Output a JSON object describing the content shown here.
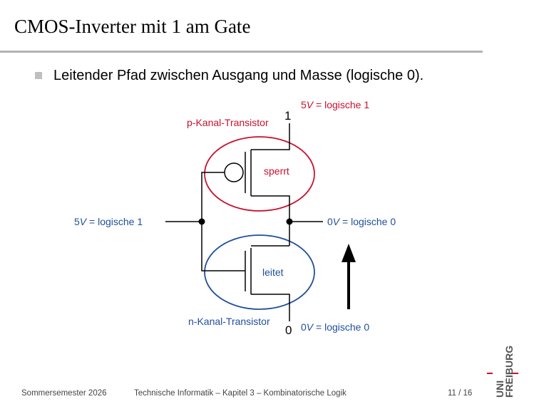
{
  "slide": {
    "title": "CMOS-Inverter mit 1 am Gate",
    "bullet": "Leitender Pfad zwischen Ausgang und Masse (logische 0)."
  },
  "circuit": {
    "top_rail": {
      "node": "1",
      "volt_num": "5",
      "unit": "V",
      "suffix": " = logische 1"
    },
    "input": {
      "volt_num": "5",
      "unit": "V",
      "suffix": " = logische 1"
    },
    "output": {
      "volt_num": "0",
      "unit": "V",
      "suffix": " = logische 0"
    },
    "bottom_rail": {
      "node": "0",
      "volt_num": "0",
      "unit": "V",
      "suffix": " = logische 0"
    },
    "p_transistor": {
      "label": "p-Kanal-Transistor",
      "state": "sperrt"
    },
    "n_transistor": {
      "label": "n-Kanal-Transistor",
      "state": "leitet"
    },
    "colors": {
      "p_channel": "#c8102e",
      "n_channel": "#1f4e9c",
      "wire": "#000000"
    }
  },
  "footer": {
    "semester": "Sommersemester 2026",
    "course": "Technische Informatik – Kapitel 3 – Kombinatorische Logik",
    "page": "11 / 16"
  },
  "logo": {
    "line1": "UNI",
    "line2": "FREIBURG",
    "accent": "#c8102e"
  }
}
